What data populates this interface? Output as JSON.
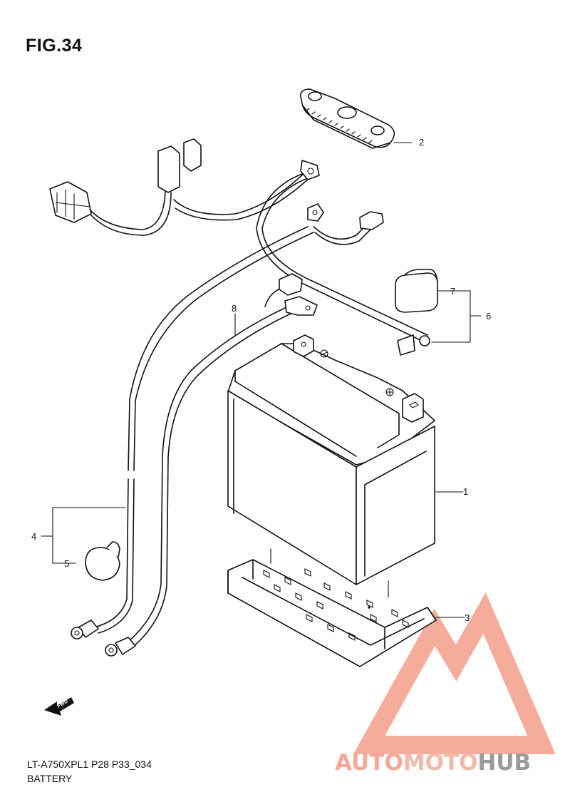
{
  "figure": {
    "title": "FIG.34",
    "code": "LT-A750XPL1 P28 P33_034",
    "name": "BATTERY"
  },
  "callouts": [
    "1",
    "2",
    "3",
    "4",
    "5",
    "6",
    "7",
    "8"
  ],
  "fwd_label": "FWD",
  "watermark": {
    "part1": "AUTO",
    "part2": "MOTO",
    "part3": "HUB",
    "color_primary": "#f6a896",
    "color_secondary": "#f3b8a8",
    "color_tertiary": "#9a9a9a"
  }
}
